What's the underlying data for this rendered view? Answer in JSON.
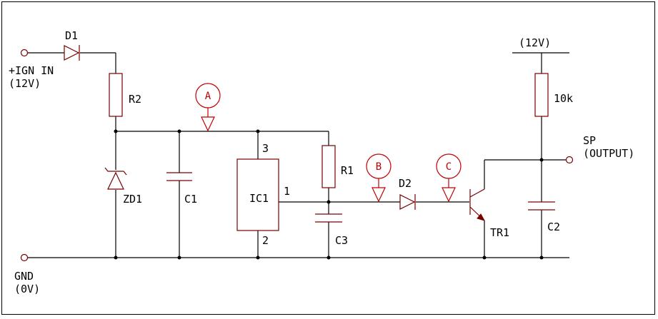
{
  "labels": {
    "d1": "D1",
    "ign_line1": "+IGN IN",
    "ign_line2": "(12V)",
    "r2": "R2",
    "zd1": "ZD1",
    "c1": "C1",
    "ic1": "IC1",
    "pin3": "3",
    "pin1": "1",
    "pin2": "2",
    "r1": "R1",
    "c3": "C3",
    "d2": "D2",
    "tr1": "TR1",
    "vcc": "(12V)",
    "r10k": "10k",
    "c2": "C2",
    "sp_line1": "SP",
    "sp_line2": "(OUTPUT)",
    "gnd_line1": "GND",
    "gnd_line2": "(0V)"
  },
  "probes": {
    "a": "A",
    "b": "B",
    "c": "C"
  },
  "colors": {
    "wire": "#000000",
    "component": "#7a0000",
    "probe": "#c00000",
    "background": "#ffffff"
  }
}
